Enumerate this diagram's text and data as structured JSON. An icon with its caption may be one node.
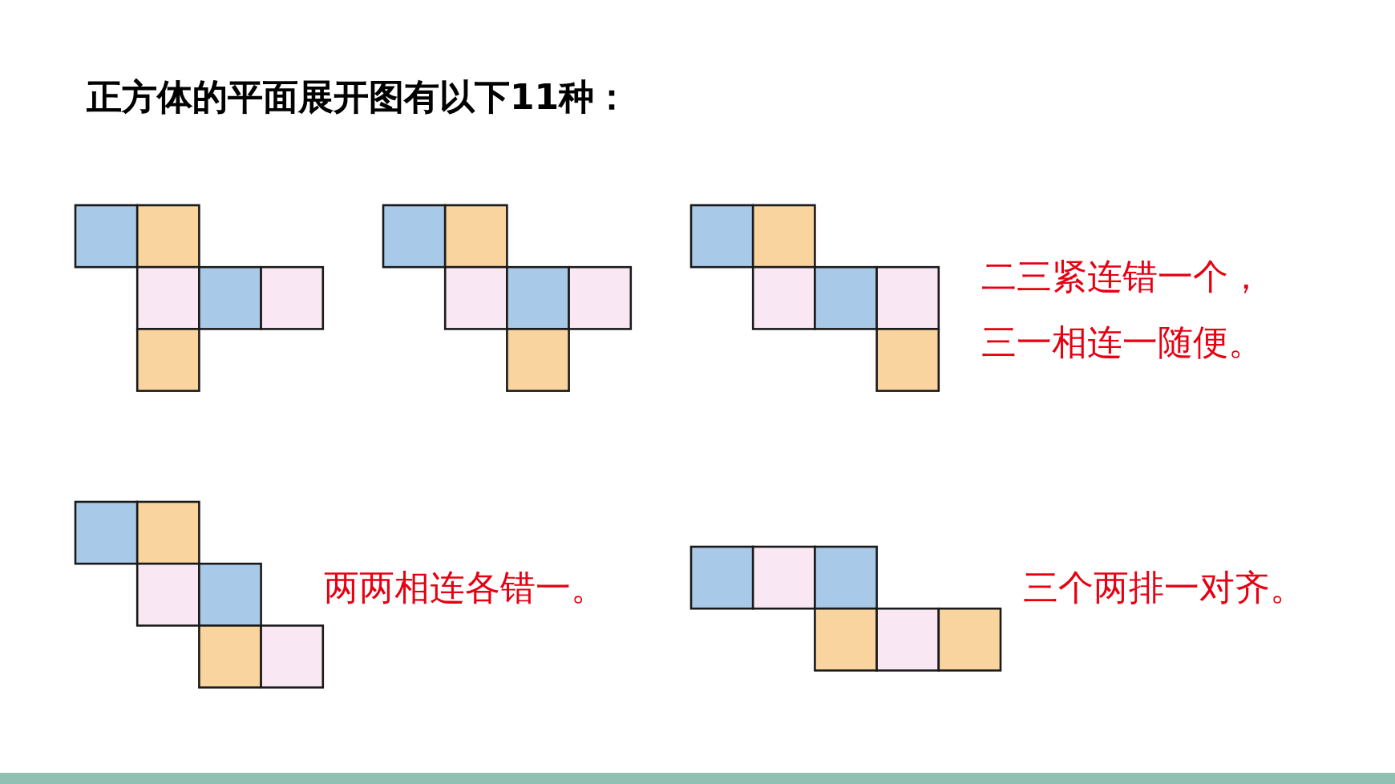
{
  "diagram": {
    "title": "正方体的平面展开图有以下11种：",
    "labels": [
      "二三紧连错一个，",
      "三一相连一随便。",
      "两两相连各错一。",
      "三个两排一对齐。"
    ]
  }
}
